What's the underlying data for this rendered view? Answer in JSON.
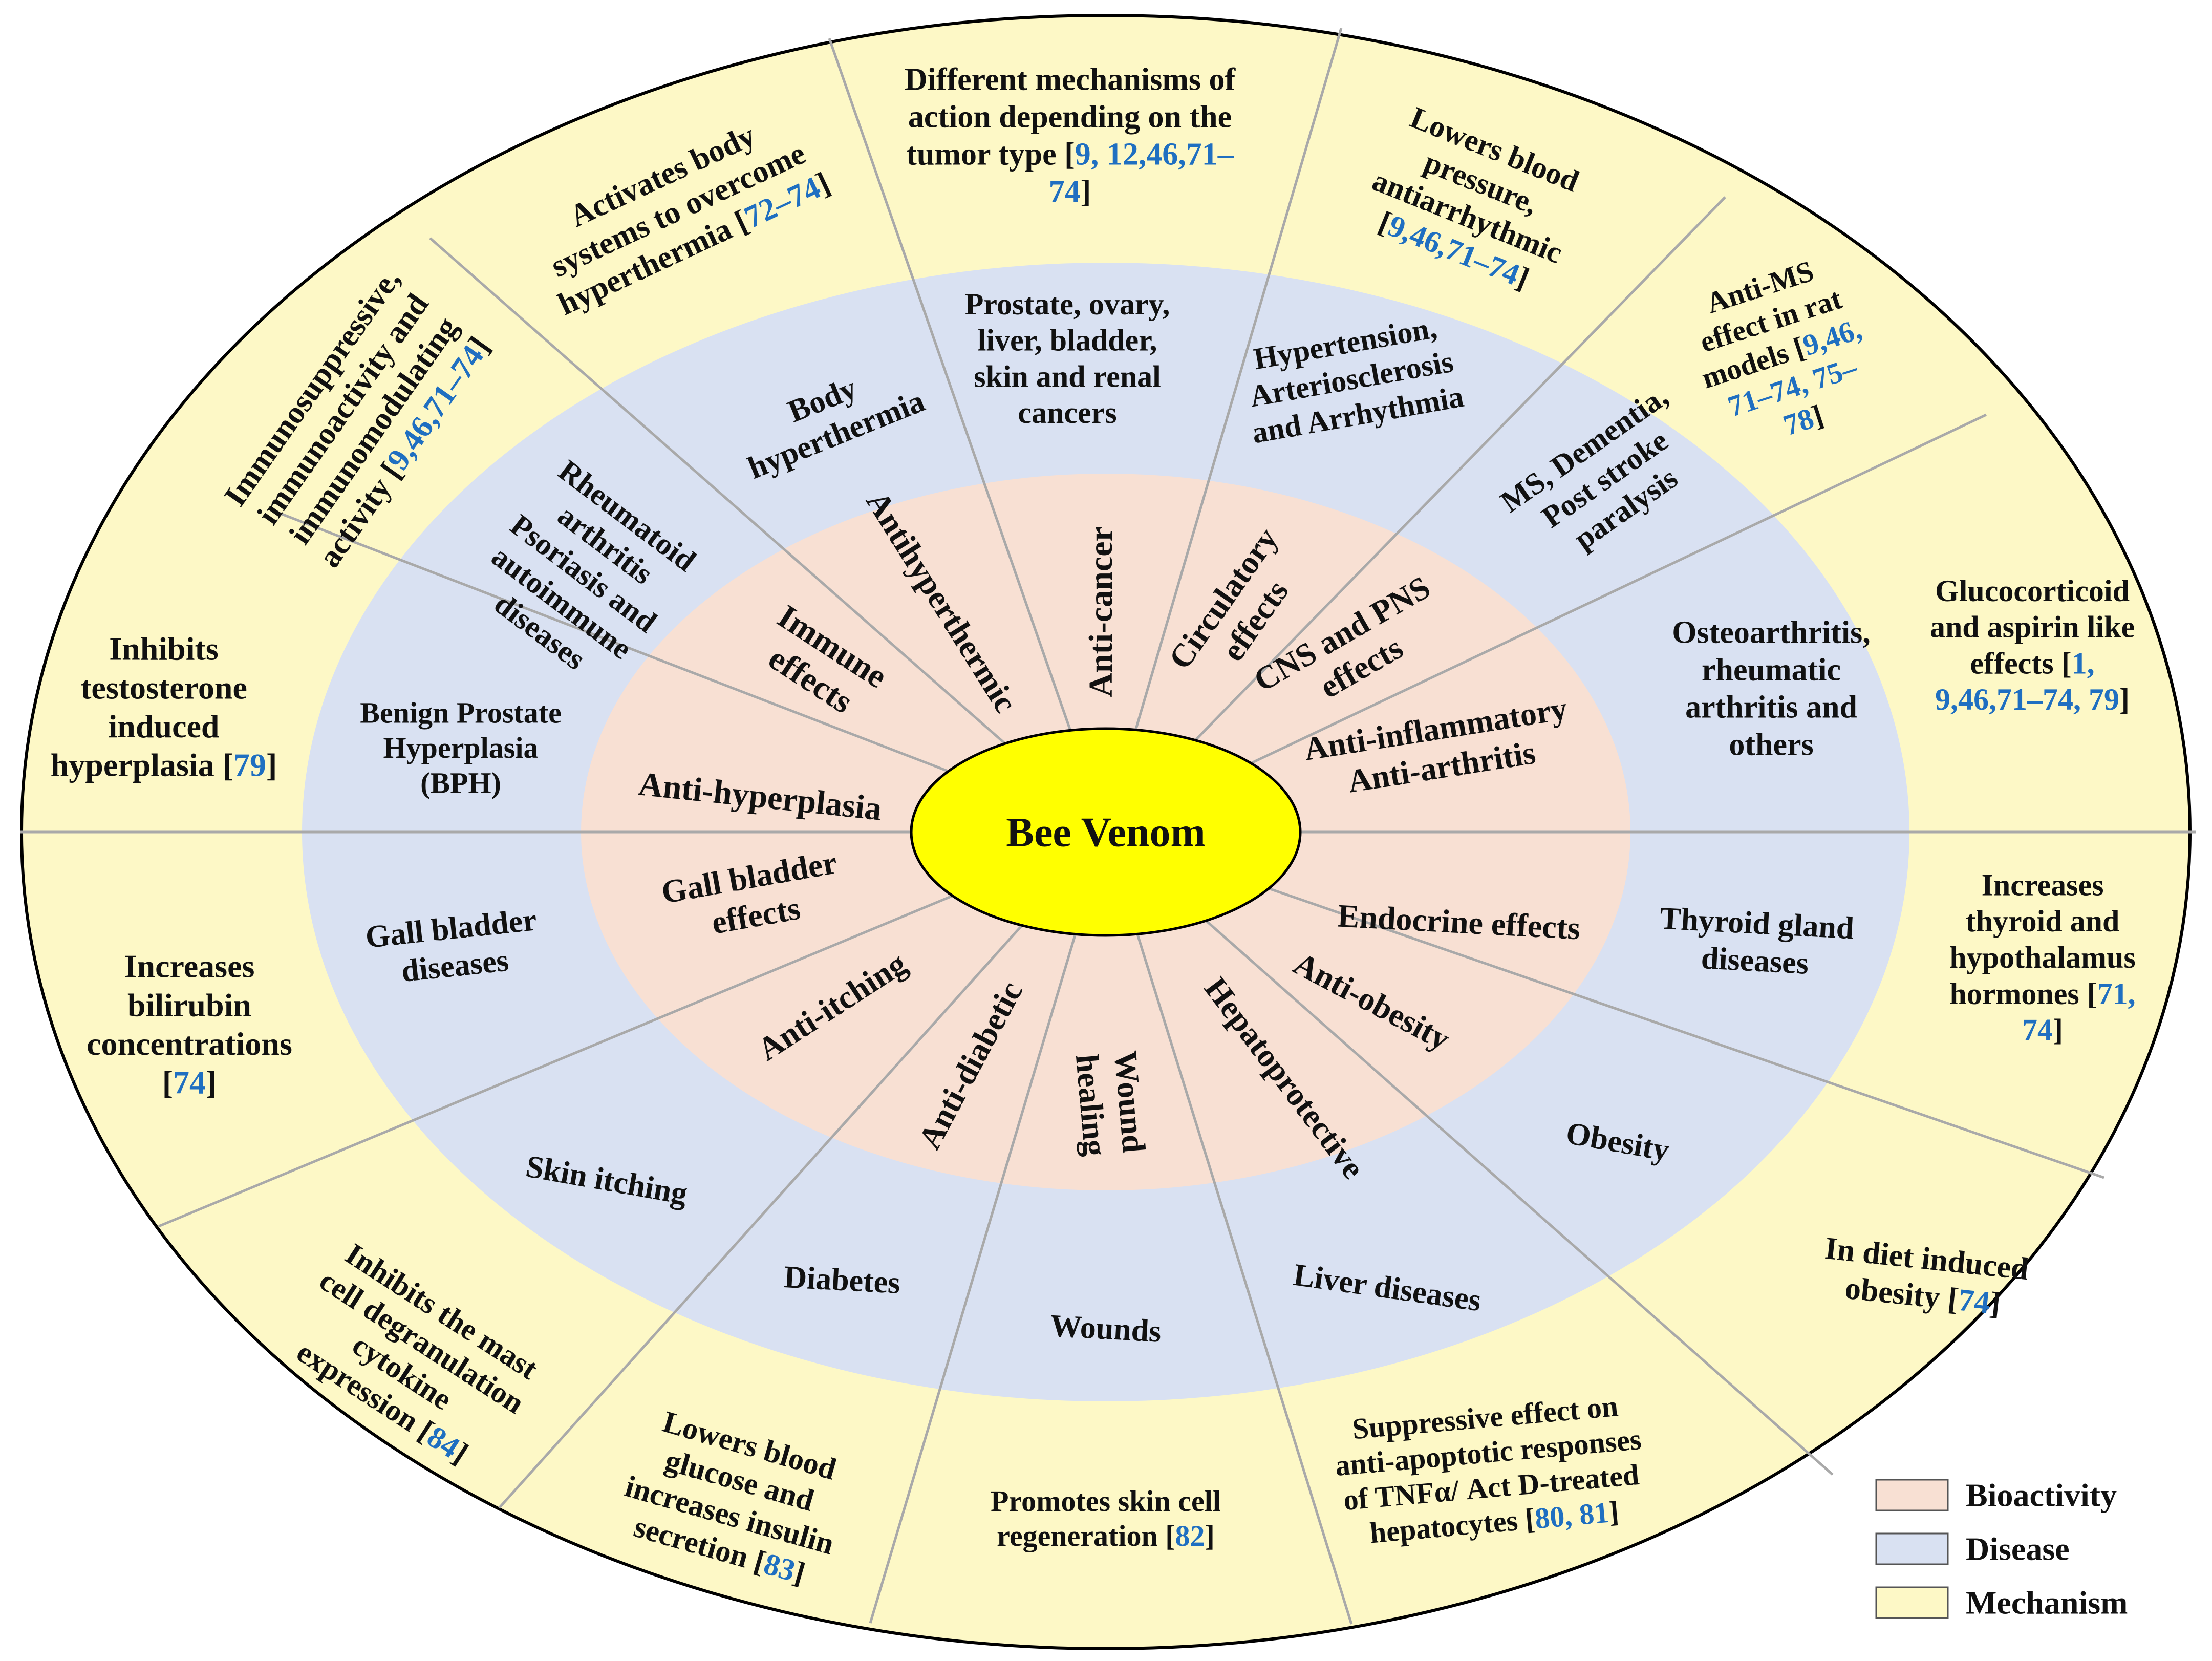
{
  "center": {
    "label": "Bee Venom"
  },
  "colors": {
    "bioactivity": "#f8e0d3",
    "disease": "#d9e1f2",
    "mechanism": "#fdf8c6",
    "center": "#ffff00",
    "outline": "#000000",
    "spokes": "#a9a9a9",
    "text": "#111111",
    "reference": "#1f6fc1"
  },
  "legend": [
    {
      "label": "Bioactivity",
      "color": "#f8e0d3"
    },
    {
      "label": "Disease",
      "color": "#d9e1f2"
    },
    {
      "label": "Mechanism",
      "color": "#fdf8c6"
    }
  ],
  "bioactivity": [
    {
      "id": "anti-hyperplasia",
      "lines": [
        "Anti-hyperplasia"
      ]
    },
    {
      "id": "immune-effects",
      "lines": [
        "Immune",
        "effects"
      ]
    },
    {
      "id": "antihyperthermic",
      "lines": [
        "Antihyperthermic"
      ]
    },
    {
      "id": "anti-cancer",
      "lines": [
        "Anti-cancer"
      ]
    },
    {
      "id": "circulatory-effects",
      "lines": [
        "Circulatory",
        "effects"
      ]
    },
    {
      "id": "cns-pns-effects",
      "lines": [
        "CNS and PNS",
        "effects"
      ]
    },
    {
      "id": "anti-inflammatory",
      "lines": [
        "Anti-inflammatory",
        "Anti-arthritis"
      ]
    },
    {
      "id": "endocrine-effects",
      "lines": [
        "Endocrine effects"
      ]
    },
    {
      "id": "anti-obesity",
      "lines": [
        "Anti-obesity"
      ]
    },
    {
      "id": "hepatoprotective",
      "lines": [
        "Hepatoprotective"
      ]
    },
    {
      "id": "wound-healing",
      "lines": [
        "Wound",
        "healing"
      ]
    },
    {
      "id": "anti-diabetic",
      "lines": [
        "Anti-diabetic"
      ]
    },
    {
      "id": "anti-itching",
      "lines": [
        "Anti-itching"
      ]
    },
    {
      "id": "gall-bladder-effects",
      "lines": [
        "Gall bladder",
        "effects"
      ]
    }
  ],
  "disease": [
    {
      "id": "bph",
      "lines": [
        "Benign Prostate",
        "Hyperplasia",
        "(BPH)"
      ]
    },
    {
      "id": "rheumatoid",
      "lines": [
        "Rheumatoid",
        "arthritis",
        "Psoriasis and",
        "autoimmune",
        "diseases"
      ]
    },
    {
      "id": "body-hyperthermia",
      "lines": [
        "Body",
        "hyperthermia"
      ]
    },
    {
      "id": "cancers",
      "lines": [
        "Prostate, ovary,",
        "liver, bladder,",
        "skin and renal",
        "cancers"
      ]
    },
    {
      "id": "hypertension",
      "lines": [
        "Hypertension,",
        "Arteriosclerosis",
        "and Arrhythmia"
      ]
    },
    {
      "id": "ms-dementia",
      "lines": [
        "MS, Dementia,",
        "Post stroke",
        "paralysis"
      ]
    },
    {
      "id": "osteoarthritis",
      "lines": [
        "Osteoarthritis,",
        "rheumatic",
        "arthritis and",
        "others"
      ]
    },
    {
      "id": "thyroid",
      "lines": [
        "Thyroid gland",
        "diseases"
      ]
    },
    {
      "id": "obesity",
      "lines": [
        "Obesity"
      ]
    },
    {
      "id": "liver",
      "lines": [
        "Liver diseases"
      ]
    },
    {
      "id": "wounds",
      "lines": [
        "Wounds"
      ]
    },
    {
      "id": "diabetes",
      "lines": [
        "Diabetes"
      ]
    },
    {
      "id": "skin-itching",
      "lines": [
        "Skin itching"
      ]
    },
    {
      "id": "gall-bladder-diseases",
      "lines": [
        "Gall bladder",
        "diseases"
      ]
    }
  ],
  "mechanism": [
    {
      "id": "testosterone",
      "lines": [
        [
          "Inhibits"
        ],
        [
          "testosterone"
        ],
        [
          "induced"
        ],
        [
          "hyperplasia [",
          {
            "ref": "79"
          },
          "]"
        ]
      ]
    },
    {
      "id": "immunosuppressive",
      "lines": [
        [
          "Immunosuppressive,"
        ],
        [
          "immunoactivity and"
        ],
        [
          "immunomodulating"
        ],
        [
          "activity [",
          {
            "ref": "9,46,71–74"
          },
          "]"
        ]
      ]
    },
    {
      "id": "hyperthermia-mech",
      "lines": [
        [
          "Activates body"
        ],
        [
          "systems to overcome"
        ],
        [
          "hyperthermia [",
          {
            "ref": "72–74"
          },
          "]"
        ]
      ]
    },
    {
      "id": "tumor",
      "lines": [
        [
          "Different mechanisms of"
        ],
        [
          "action depending on the"
        ],
        [
          "tumor type [",
          {
            "ref": "9, 12,46,71–"
          }
        ],
        [
          {
            "ref": "74"
          },
          "]"
        ]
      ]
    },
    {
      "id": "blood-pressure",
      "lines": [
        [
          "Lowers blood"
        ],
        [
          "pressure,"
        ],
        [
          "antiarrhythmic"
        ],
        [
          "[",
          {
            "ref": "9,46,71–74"
          },
          "]"
        ]
      ]
    },
    {
      "id": "anti-ms",
      "lines": [
        [
          "Anti-MS"
        ],
        [
          "effect in rat"
        ],
        [
          "models [",
          {
            "ref": "9,46,"
          }
        ],
        [
          {
            "ref": "71–74, 75–"
          }
        ],
        [
          {
            "ref": "78"
          },
          "]"
        ]
      ]
    },
    {
      "id": "glucocorticoid",
      "lines": [
        [
          "Glucocorticoid"
        ],
        [
          "and aspirin like"
        ],
        [
          "effects [",
          {
            "ref": "1,"
          }
        ],
        [
          {
            "ref": "9,46,71–74, 79"
          },
          "]"
        ]
      ]
    },
    {
      "id": "thyroid-hormones",
      "lines": [
        [
          "Increases"
        ],
        [
          "thyroid and"
        ],
        [
          "hypothalamus"
        ],
        [
          "hormones [",
          {
            "ref": "71,"
          }
        ],
        [
          {
            "ref": "74"
          },
          "]"
        ]
      ]
    },
    {
      "id": "diet-obesity",
      "lines": [
        [
          "In diet induced"
        ],
        [
          "obesity [",
          {
            "ref": "74"
          },
          "]"
        ]
      ]
    },
    {
      "id": "hepatocytes",
      "lines": [
        [
          "Suppressive effect on"
        ],
        [
          "anti-apoptotic responses"
        ],
        [
          "of TNFα/ Act D-treated"
        ],
        [
          "hepatocytes [",
          {
            "ref": "80, 81"
          },
          "]"
        ]
      ]
    },
    {
      "id": "skin-regeneration",
      "lines": [
        [
          "Promotes skin cell"
        ],
        [
          "regeneration [",
          {
            "ref": "82"
          },
          "]"
        ]
      ]
    },
    {
      "id": "insulin",
      "lines": [
        [
          "Lowers blood"
        ],
        [
          "glucose and"
        ],
        [
          "increases insulin"
        ],
        [
          "secretion [",
          {
            "ref": "83"
          },
          "]"
        ]
      ]
    },
    {
      "id": "mast-cell",
      "lines": [
        [
          "Inhibits the mast"
        ],
        [
          "cell degranulation"
        ],
        [
          "cytokine"
        ],
        [
          "expression [",
          {
            "ref": "84"
          },
          "]"
        ]
      ]
    },
    {
      "id": "bilirubin",
      "lines": [
        [
          "Increases"
        ],
        [
          "bilirubin"
        ],
        [
          "concentrations"
        ],
        [
          "[",
          {
            "ref": "74"
          },
          "]"
        ]
      ]
    }
  ]
}
